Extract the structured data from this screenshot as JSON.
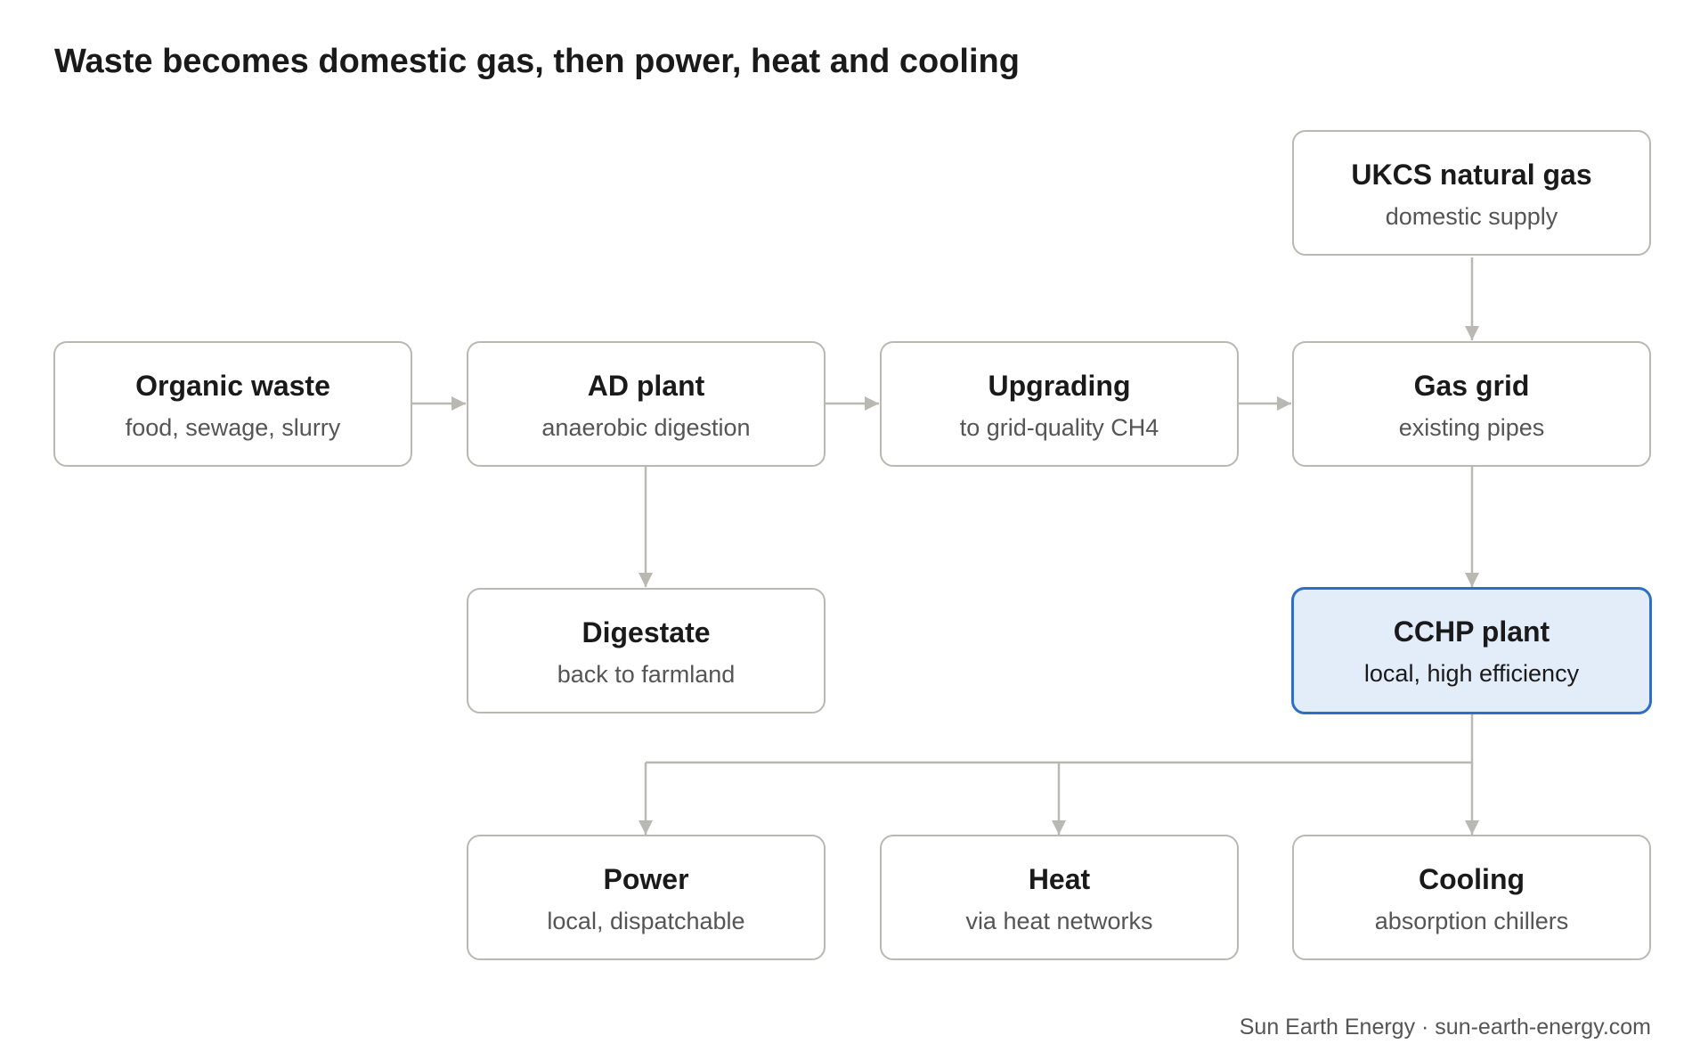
{
  "title": "Waste becomes domestic gas, then power, heat and cooling",
  "nodes": {
    "ukcs": {
      "label": "UKCS natural gas",
      "sub": "domestic supply"
    },
    "organic_waste": {
      "label": "Organic waste",
      "sub": "food, sewage, slurry"
    },
    "ad_plant": {
      "label": "AD plant",
      "sub": "anaerobic digestion"
    },
    "upgrading": {
      "label": "Upgrading",
      "sub": "to grid-quality CH4"
    },
    "gas_grid": {
      "label": "Gas grid",
      "sub": "existing pipes"
    },
    "digestate": {
      "label": "Digestate",
      "sub": "back to farmland"
    },
    "cchp": {
      "label": "CCHP plant",
      "sub": "local, high efficiency"
    },
    "power": {
      "label": "Power",
      "sub": "local, dispatchable"
    },
    "heat": {
      "label": "Heat",
      "sub": "via heat networks"
    },
    "cooling": {
      "label": "Cooling",
      "sub": "absorption chillers"
    }
  },
  "footer": "Sun Earth Energy · sun-earth-energy.com",
  "colors": {
    "edge": "#b9b9b2",
    "node_border": "#b9b9b2",
    "highlight_border": "#2b6fc7",
    "highlight_fill": "#e3edf9"
  }
}
